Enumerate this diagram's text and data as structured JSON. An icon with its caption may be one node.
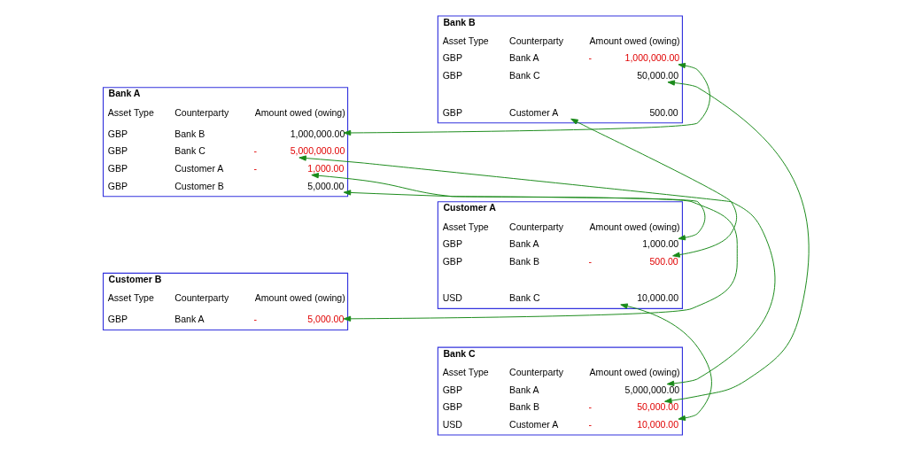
{
  "diagram": {
    "nodes": [
      {
        "text": [
          "Bank A"
        ]
      },
      {
        "text": [
          "Asset Type",
          "Counterparty",
          "Amount owed (owing)"
        ],
        "in": 0
      },
      {
        "text": [
          "GBP",
          "Bank B",
          "1,000,000.00"
        ],
        "in": 0
      },
      {
        "text": [
          "GBP",
          "Bank C",
          "-",
          "5,000,000.00"
        ],
        "in": 0
      },
      {
        "text": [
          "GBP",
          "Customer A",
          "-",
          "1,000.00"
        ],
        "in": 0
      },
      {
        "text": [
          "GBP",
          "Customer B",
          "5,000.00"
        ],
        "in": 0
      },
      {
        "text": [
          "Bank B"
        ]
      },
      {
        "text": [
          "Asset Type",
          "Counterparty",
          "Amount owed (owing)"
        ],
        "in": 6
      },
      {
        "text": [
          "GBP",
          "Bank A",
          "-",
          "1,000,000.00"
        ],
        "in": 6
      },
      {
        "text": [
          "GBP",
          "Bank C",
          "50,000.00"
        ],
        "in": 6
      },
      {
        "text": [
          "GBP",
          "Customer A",
          "500.00"
        ],
        "in": 6
      },
      {
        "text": [
          "Customer A"
        ]
      },
      {
        "text": [
          "Asset Type",
          "Counterparty",
          "Amount owed (owing)"
        ],
        "in": 11
      },
      {
        "text": [
          "GBP",
          "Bank A",
          "1,000.00"
        ],
        "in": 11
      },
      {
        "text": [
          "GBP",
          "Bank B",
          "-",
          "500.00"
        ],
        "in": 11
      },
      {
        "text": [
          "USD",
          "Bank C",
          "10,000.00"
        ],
        "in": 11
      },
      {
        "text": [
          "Customer B"
        ]
      },
      {
        "text": [
          "Asset Type",
          "Counterparty",
          "Amount owed (owing)"
        ],
        "in": 16
      },
      {
        "text": [
          "GBP",
          "Bank A",
          "-",
          "5,000.00"
        ],
        "in": 16
      },
      {
        "text": [
          "Bank C"
        ]
      },
      {
        "text": [
          "Asset Type",
          "Counterparty",
          "Amount owed (owing)"
        ],
        "in": 19
      },
      {
        "text": [
          "GBP",
          "Bank A",
          "5,000,000.00"
        ],
        "in": 19
      },
      {
        "text": [
          "GBP",
          "Bank B",
          "-",
          "50,000.00"
        ],
        "in": 19
      },
      {
        "text": [
          "USD",
          "Customer A",
          "-",
          "10,000.00"
        ],
        "in": 19
      }
    ],
    "edges": [
      {
        "from": 2,
        "to": 8,
        "arrow": "both"
      },
      {
        "from": 3,
        "to": 21,
        "arrow": "both"
      },
      {
        "from": 4,
        "to": 13,
        "arrow": "both"
      },
      {
        "from": 5,
        "to": 18,
        "arrow": "both"
      },
      {
        "from": 9,
        "to": 22,
        "arrow": "both"
      },
      {
        "from": 10,
        "to": 14,
        "arrow": "both"
      },
      {
        "from": 15,
        "to": 23,
        "arrow": "both"
      }
    ]
  }
}
